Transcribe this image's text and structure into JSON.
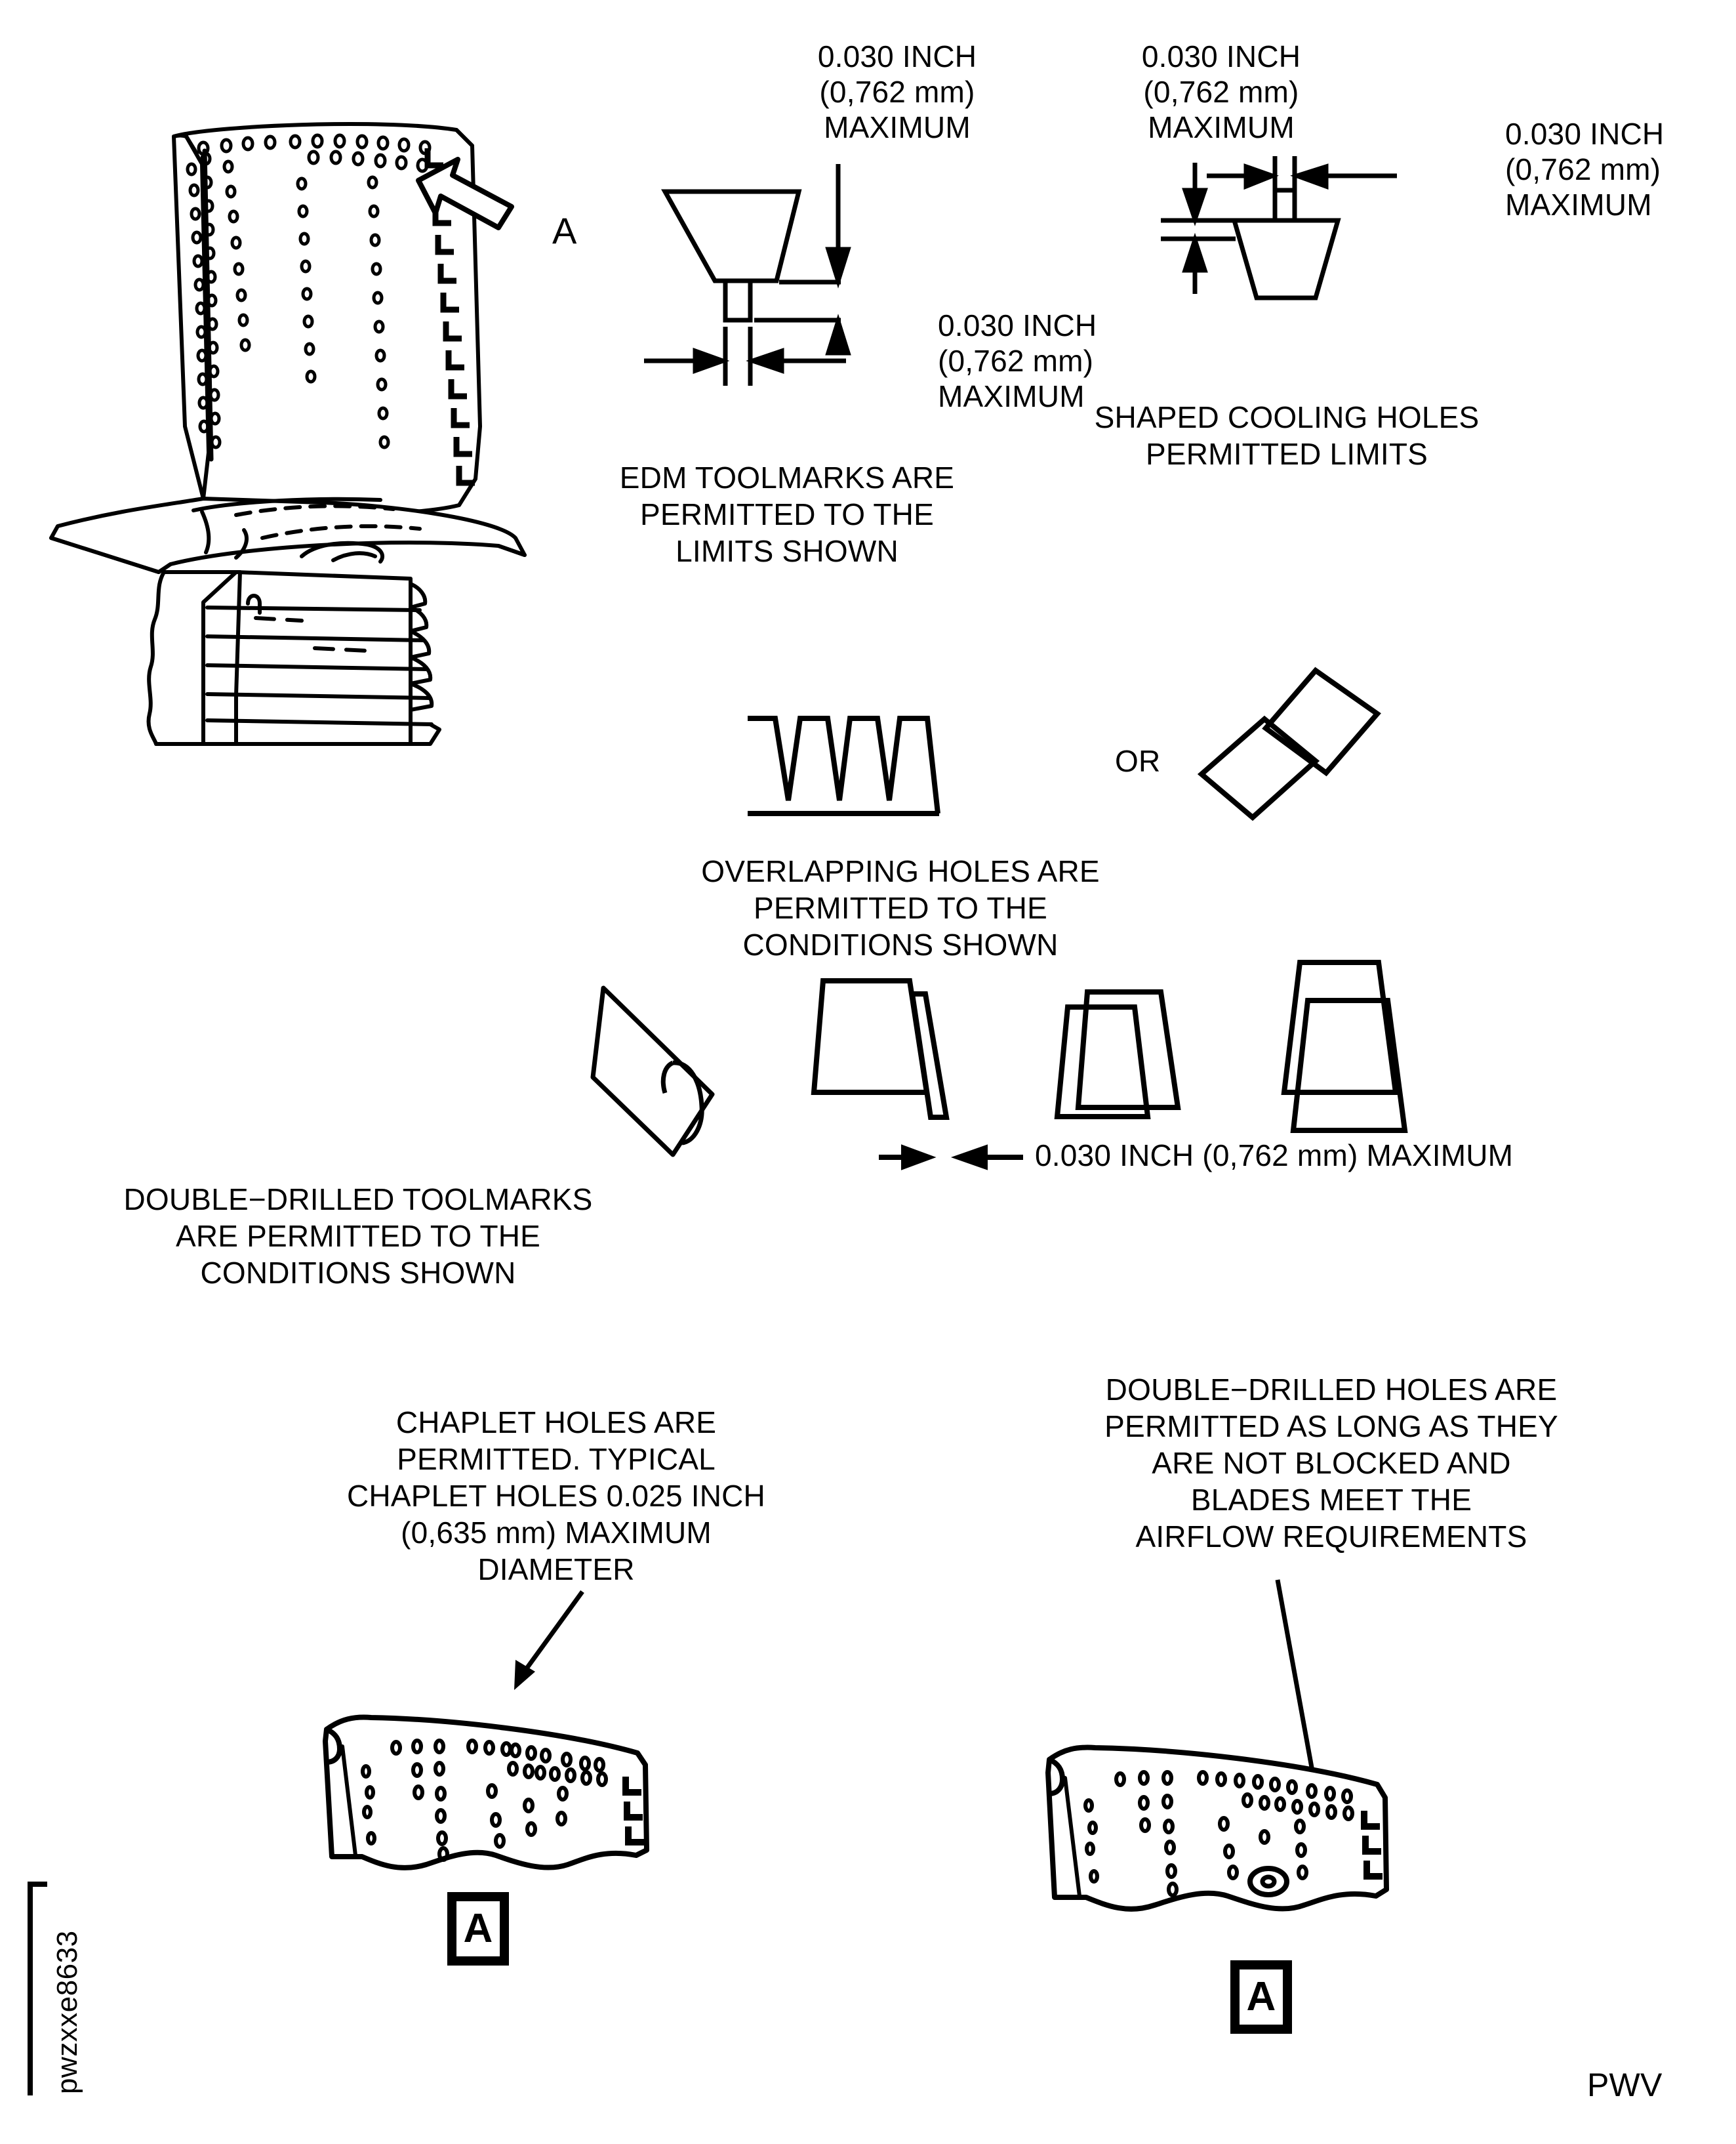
{
  "document": {
    "figure_id": "pwzxxe8633",
    "footer_code": "PWV"
  },
  "callouts": {
    "view_arrow_label": "A",
    "detail_box_left": "A",
    "detail_box_right": "A"
  },
  "dimensions": {
    "edm_depth": {
      "line1": "0.030 INCH",
      "line2": "(0,762 mm)",
      "line3": "MAXIMUM"
    },
    "edm_width": {
      "line1": "0.030 INCH",
      "line2": "(0,762 mm)",
      "line3": "MAXIMUM"
    },
    "shaped_vertical": {
      "line1": "0.030 INCH",
      "line2": "(0,762 mm)",
      "line3": "MAXIMUM"
    },
    "shaped_horizontal": {
      "line1": "0.030 INCH",
      "line2": "(0,762 mm)",
      "line3": "MAXIMUM"
    },
    "double_drilled_offset": "0.030 INCH (0,762 mm) MAXIMUM"
  },
  "notes": {
    "edm_toolmarks": {
      "line1": "EDM TOOLMARKS ARE",
      "line2": "PERMITTED TO THE",
      "line3": "LIMITS SHOWN"
    },
    "shaped_cooling_holes": {
      "line1": "SHAPED COOLING HOLES",
      "line2": "PERMITTED LIMITS"
    },
    "overlapping_holes": {
      "line1": "OVERLAPPING HOLES ARE",
      "line2": "PERMITTED TO THE",
      "line3": "CONDITIONS SHOWN"
    },
    "double_drilled_toolmarks": {
      "line1": "DOUBLE−DRILLED TOOLMARKS",
      "line2": "ARE PERMITTED TO THE",
      "line3": "CONDITIONS SHOWN"
    },
    "chaplet_holes": {
      "line1": "CHAPLET HOLES ARE",
      "line2": "PERMITTED. TYPICAL",
      "line3": "CHAPLET HOLES 0.025 INCH",
      "line4": "(0,635 mm) MAXIMUM",
      "line5": "DIAMETER"
    },
    "double_drilled_holes": {
      "line1": "DOUBLE−DRILLED HOLES ARE",
      "line2": "PERMITTED AS LONG AS THEY",
      "line3": "ARE NOT BLOCKED AND",
      "line4": "BLADES MEET THE",
      "line5": "AIRFLOW REQUIREMENTS"
    }
  },
  "connectors": {
    "or_label": "OR"
  },
  "colors": {
    "ink": "#000000",
    "background": "#ffffff"
  }
}
